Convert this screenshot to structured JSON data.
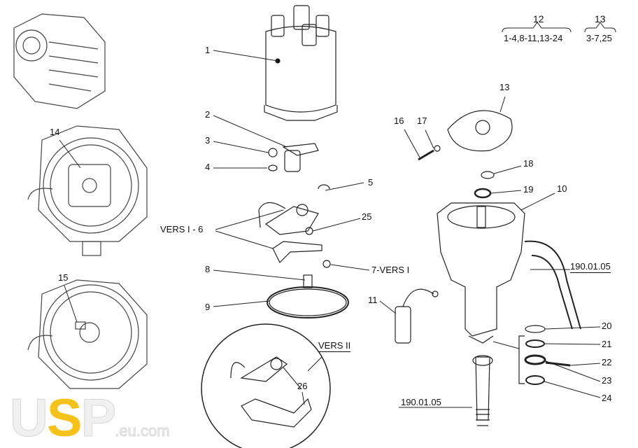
{
  "header": {
    "group_12": {
      "title": "12",
      "range": "1-4,8-11,13-24"
    },
    "group_13": {
      "title": "13",
      "range": "3-7,25"
    }
  },
  "callouts": {
    "c1": "1",
    "c2": "2",
    "c3": "3",
    "c4": "4",
    "c5": "5",
    "c6": "VERS I - 6",
    "c7": "7-VERS I",
    "c8": "8",
    "c9": "9",
    "c10": "10",
    "c11": "11",
    "c13": "13",
    "c14": "14",
    "c15": "15",
    "c16": "16",
    "c17": "17",
    "c18": "18",
    "c19": "19",
    "c20": "20",
    "c21": "21",
    "c22": "22",
    "c23": "23",
    "c24": "24",
    "c25": "25",
    "c26": "26",
    "ref_hose": "190.01.05",
    "ref_shaft": "190.01.05",
    "vers2": "VERS II"
  },
  "watermark": {
    "brand": "USP",
    "domain": ".eu.com",
    "accent": "#f5c21b"
  }
}
